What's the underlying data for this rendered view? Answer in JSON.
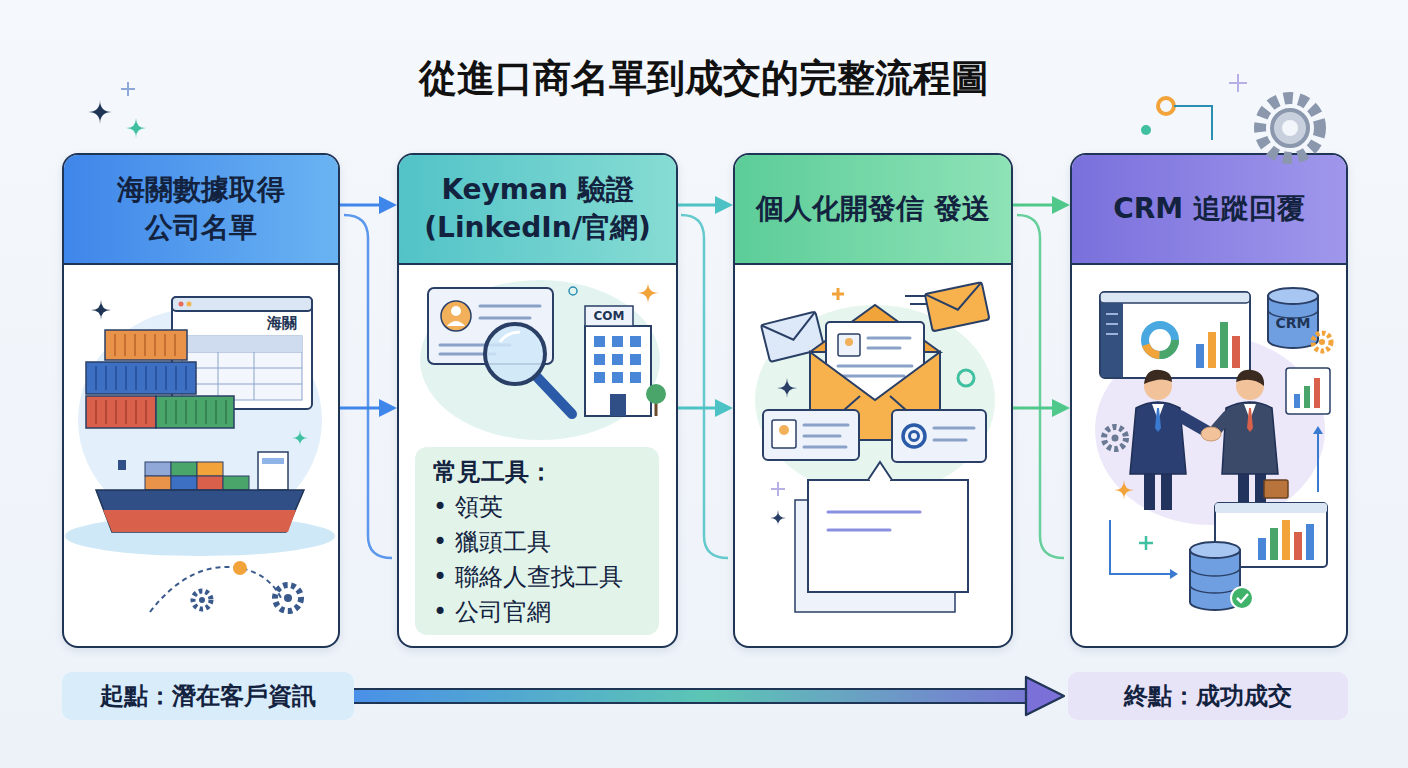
{
  "diagram": {
    "title": "從進口商名單到成交的完整流程圖",
    "nodes": [
      {
        "text": [
          "海關數據取得 公司名單"
        ]
      },
      {
        "text": [
          "Keyman 驗證 (LinkedIn/官網)"
        ]
      },
      {
        "text": [
          "常見工具：",
          "• 領英",
          "• 獵頭工具",
          "• 聯絡人查找工具",
          "• 公司官網"
        ],
        "in": 1
      },
      {
        "text": [
          "個人化開發信 發送"
        ]
      },
      {
        "text": [
          "CRM 追蹤回覆"
        ]
      },
      {
        "text": [
          "起點：潛在客戶資訊"
        ]
      },
      {
        "text": [
          "終點：成功成交"
        ]
      }
    ],
    "edges": [
      {
        "from": 0,
        "to": 1,
        "arrow": "to"
      },
      {
        "from": 0,
        "to": 1,
        "arrow": "to"
      },
      {
        "from": 1,
        "to": 3,
        "arrow": "to"
      },
      {
        "from": 1,
        "to": 3,
        "arrow": "to"
      },
      {
        "from": 3,
        "to": 4,
        "arrow": "to"
      },
      {
        "from": 3,
        "to": 4,
        "arrow": "to"
      },
      {
        "from": 5,
        "to": 6,
        "arrow": "to"
      }
    ],
    "labels": [
      "海關",
      "COM",
      "CRM"
    ]
  }
}
